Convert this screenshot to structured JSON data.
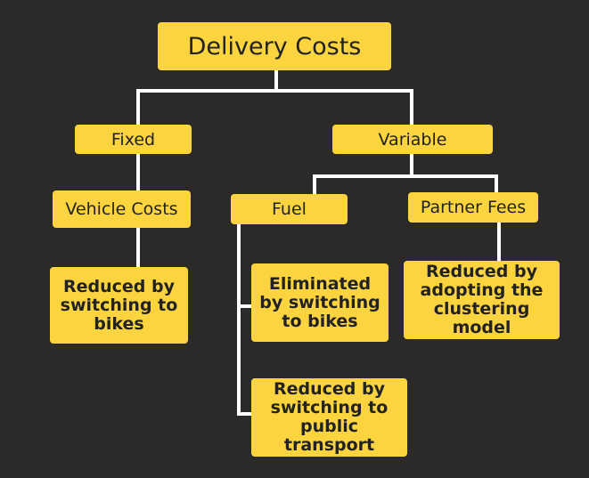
{
  "diagram": {
    "root": {
      "label": "Delivery Costs"
    },
    "fixed": {
      "label": "Fixed",
      "vehicle_costs": {
        "label": "Vehicle Costs",
        "note": "Reduced by switching to bikes"
      }
    },
    "variable": {
      "label": "Variable",
      "fuel": {
        "label": "Fuel",
        "notes": [
          "Eliminated by switching to bikes",
          "Reduced by switching to public transport"
        ]
      },
      "partner_fees": {
        "label": "Partner Fees",
        "note": "Reduced by adopting the clustering model"
      }
    }
  },
  "colors": {
    "background": "#2b2a29",
    "box_fill": "#fcd43f",
    "connector": "#ffffff",
    "text": "#222222"
  }
}
